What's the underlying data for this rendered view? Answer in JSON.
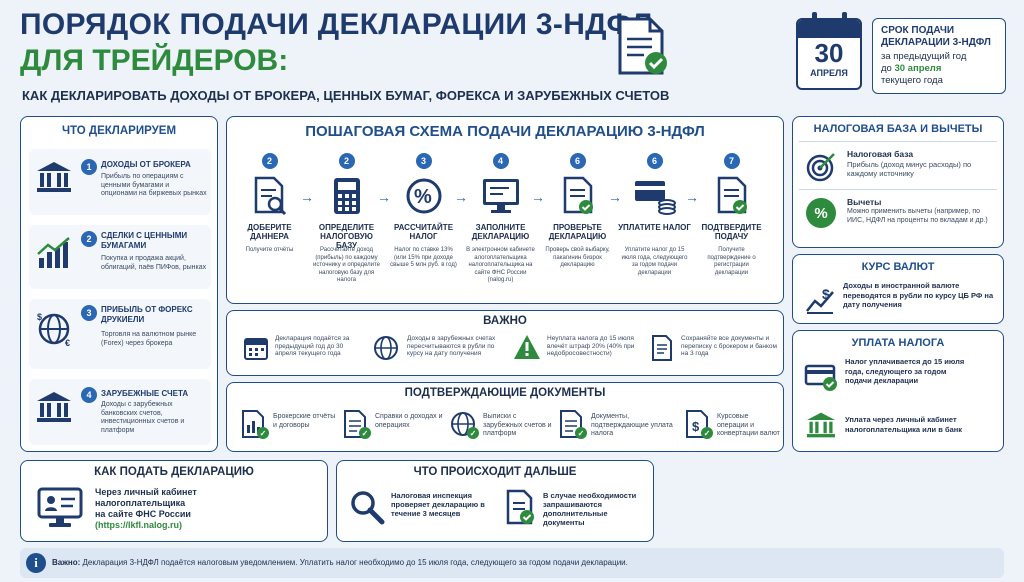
{
  "header": {
    "title_line1": "ПОРЯДОК ПОДАЧИ ДЕКЛАРАЦИИ 3-НДФЛ",
    "title_line2": "ДЛЯ ТРЕЙДЕРОВ:",
    "subtitle": "КАК ДЕКЛАРИРОВАТЬ ДОХОДЫ ОТ БРОКЕРА, ЦЕННЫХ БУМАГ, ФОРЕКСА И ЗАРУБЕЖНЫХ СЧЕТОВ",
    "calendar_day": "30",
    "calendar_month": "АПРЕЛЯ",
    "deadline_title": "СРОК ПОДАЧИ ДЕКЛАРАЦИИ 3-НДФЛ",
    "deadline_text1": "за предыдущий год",
    "deadline_text2": "до",
    "deadline_highlight": "30 апреля",
    "deadline_text3": "текущего года"
  },
  "declare": {
    "title": "ЧТО ДЕКЛАРИРУЕМ",
    "items": [
      {
        "num": "1",
        "title": "ДОХОДЫ ОТ БРОКЕРА",
        "text": "Прибыль по операциям с ценными бумагами и опционами на биржевых рынках"
      },
      {
        "num": "2",
        "title": "СДЕЛКИ С ЦЕННЫМИ БУМАГАМИ",
        "text": "Покупка и продажа акций, облигаций, паёв ПИФов, рынках"
      },
      {
        "num": "3",
        "title": "ПРИБЫЛЬ ОТ ФОРЕКС ДРУКИЕЛИ",
        "text": "Торговля на валютном рынке (Forex) через брокера"
      },
      {
        "num": "4",
        "title": "ЗАРУБЕЖНЫЕ СЧЕТА",
        "text": "Доходы с зарубежных банковских счетов, инвестиционных счетов и платформ"
      }
    ]
  },
  "steps": {
    "title": "ПОШАГОВАЯ СХЕМА  ПОДАЧИ ДЕКЛАРАЦИЮ 3-НДФЛ",
    "items": [
      {
        "num": "2",
        "title": "ДОБЕРИТЕ ДАННЕРА",
        "text": "Получите отчёты"
      },
      {
        "num": "2",
        "title": "ОПРЕДЕЛИТЕ НАЛОГОВУЮ БАЗУ",
        "text": "Рассчитайте доход (прибыль) по каждому источнику и определите налоговую базу для налога"
      },
      {
        "num": "3",
        "title": "РАССЧИТАЙТЕ НАЛОГ",
        "text": "Налог по ставке 13% (или 15% при доходе свыше 5 млн руб. в год)"
      },
      {
        "num": "4",
        "title": "ЗАПОЛНИТЕ ДЕКЛАРАЦИЮ",
        "text": "В электронном кабинете алогоплательщика налогоплательщика на сайте ФНС России (nalog.ru)"
      },
      {
        "num": "6",
        "title": "ПРОВЕРЬТЕ ДЕКЛАРАЦИЮ",
        "text": "Проверь свой выбарку, пакагинин бизрок декларацию"
      },
      {
        "num": "6",
        "title": "УПЛАТИТЕ НАЛОГ",
        "text": "Уплатите налог до 15 июля года, следующего за годом подачи декларации"
      },
      {
        "num": "7",
        "title": "ПОДТВЕРДИТЕ ПОДАЧУ",
        "text": "Получите подтверждение о регистрации декларации"
      }
    ]
  },
  "important": {
    "title": "ВАЖНО",
    "items": [
      {
        "text": "Декларация подаётся за предыдущий год до 30 апреля текущего года"
      },
      {
        "text": "Доходы в зарубежных счетах пересчитываются в рубли по курсу на дату получения"
      },
      {
        "text": "Неуплата налога до 15 июля влечёт штраф 20% (40% при недобросовестности)"
      },
      {
        "text": "Сохраняйте все документы и переписку с брокером и банком на 3 года"
      }
    ]
  },
  "documents": {
    "title": "ПОДТВЕРЖДАЮЩИЕ ДОКУМЕНТЫ",
    "items": [
      {
        "text": "Брокерские отчёты и договоры"
      },
      {
        "text": "Справки о доходах и операциях"
      },
      {
        "text": "Выписки с зарубежных счетов и платформ"
      },
      {
        "text": "Документы, подтверждающие уплата налога"
      },
      {
        "text": "Курсовые операции и конвертации валют"
      }
    ]
  },
  "how": {
    "title": "КАК ПОДАТЬ ДЕКЛАРАЦИЮ",
    "line1": "Через личный кабинет",
    "line2": "налогоплательщика",
    "line3": "на сайте ФНС России",
    "link": "(https://lkfl.nalog.ru)"
  },
  "next": {
    "title": "ЧТО ПРОИСХОДИТ ДАЛЬШЕ",
    "item1": "Налоговая инспекция проверяет декларацию в течение 3 месяцев",
    "item2": "В случае необходимости запрашиваются дополнительные документы"
  },
  "taxbase": {
    "title": "НАЛОГОВАЯ БАЗА И ВЫЧЕТЫ",
    "item1_title": "Налоговая база",
    "item1_text": "Прибыль (доход минус расходы) по каждому источнику",
    "item2_title": "Вычеты",
    "item2_text": "Можно применить вычеты (например, по ИИС, НДФЛ на проценты по вкладам и др.)"
  },
  "currency": {
    "title": "КУРС ВАЛЮТ",
    "text": "Доходы в иностранной валюте переводятся в рубли по курсу ЦБ РФ на дату получения"
  },
  "payment": {
    "title": "УПЛАТА НАЛОГА",
    "item1": "Налог уплачивается до 15 июля года, следующего за годом подачи декларации",
    "item2": "Уплата через личный кабинет налогоплательщика или в банк"
  },
  "footer": {
    "label": "Важно:",
    "text": "Декларация 3-НДФЛ подаётся налоговым уведомлением. Уплатить налог необходимо до 15 июля года, следующего за годом подачи декларации."
  },
  "colors": {
    "navy": "#1f4e8c",
    "green": "#2e8b3e",
    "accent": "#2a67b4"
  }
}
